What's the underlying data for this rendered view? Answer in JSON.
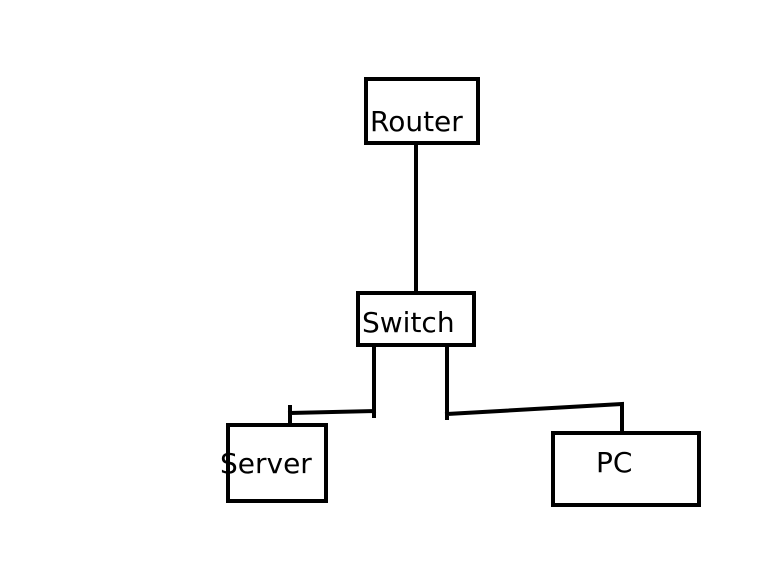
{
  "diagram": {
    "nodes": {
      "router": {
        "label": "Router"
      },
      "switch": {
        "label": "Switch"
      },
      "server": {
        "label": "Server"
      },
      "pc": {
        "label": "PC"
      }
    },
    "connections": [
      {
        "from": "router",
        "to": "switch"
      },
      {
        "from": "switch",
        "to": "server"
      },
      {
        "from": "switch",
        "to": "pc"
      }
    ],
    "colors": {
      "stroke": "#000000",
      "background": "#ffffff"
    }
  }
}
